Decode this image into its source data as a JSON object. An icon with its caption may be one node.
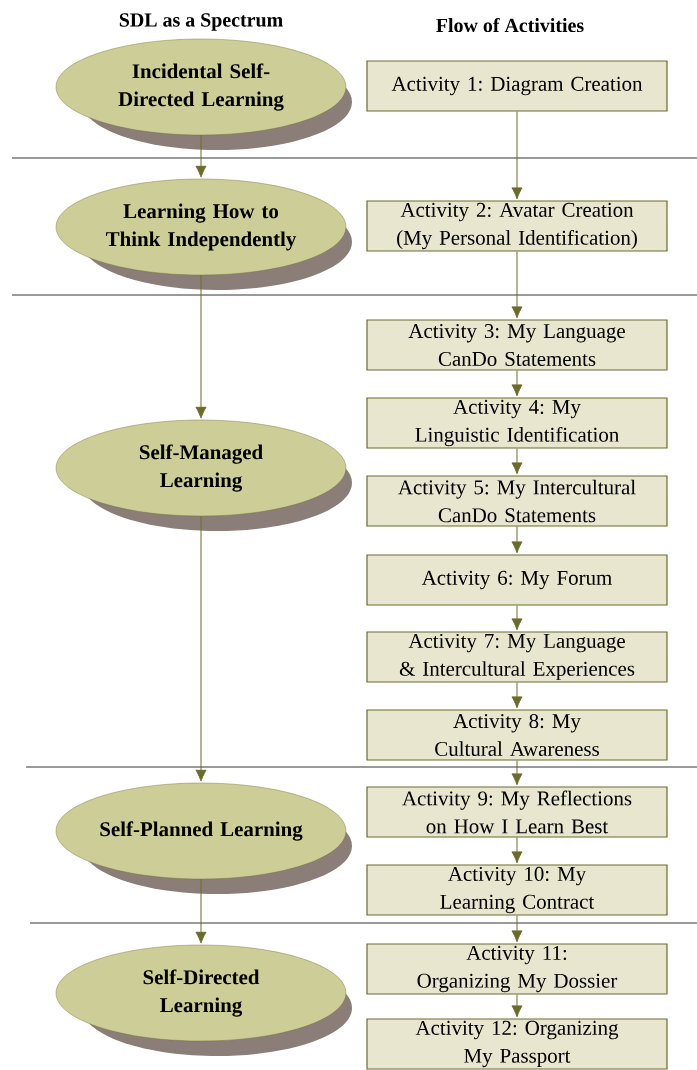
{
  "diagram": {
    "nodes": [
      {
        "text": [
          "Incidental Self-Directed Learning"
        ]
      },
      {
        "text": [
          "Learning How to Think Independently"
        ]
      },
      {
        "text": [
          "Self-Managed Learning"
        ]
      },
      {
        "text": [
          "Self-Planned Learning"
        ]
      },
      {
        "text": [
          "Self-Directed Learning"
        ]
      },
      {
        "text": [
          "Activity 1: Diagram Creation"
        ]
      },
      {
        "text": [
          "Activity 2: Avatar Creation (My Personal Identification)"
        ]
      },
      {
        "text": [
          "Activity 3: My Language CanDo Statements"
        ]
      },
      {
        "text": [
          "Activity 4: My Linguistic Identification"
        ]
      },
      {
        "text": [
          "Activity 5: My Intercultural CanDo Statements"
        ]
      },
      {
        "text": [
          "Activity 6: My Forum"
        ]
      },
      {
        "text": [
          "Activity 7: My Language & Intercultural Experiences"
        ]
      },
      {
        "text": [
          "Activity 8: My Cultural Awareness"
        ]
      },
      {
        "text": [
          "Activity 9: My Reflections on How I Learn Best"
        ]
      },
      {
        "text": [
          "Activity 10: My Learning Contract"
        ]
      },
      {
        "text": [
          "Activity 11: Organizing My Dossier"
        ]
      },
      {
        "text": [
          "Activity 12: Organizing My Passport"
        ]
      }
    ],
    "edges": [
      {
        "from": 0,
        "to": 1,
        "arrow": "to"
      },
      {
        "from": 1,
        "to": 2,
        "arrow": "to"
      },
      {
        "from": 2,
        "to": 3,
        "arrow": "to"
      },
      {
        "from": 3,
        "to": 4,
        "arrow": "to"
      },
      {
        "from": 5,
        "to": 6,
        "arrow": "to"
      },
      {
        "from": 6,
        "to": 7,
        "arrow": "to"
      },
      {
        "from": 7,
        "to": 8,
        "arrow": "to"
      },
      {
        "from": 8,
        "to": 9,
        "arrow": "to"
      },
      {
        "from": 9,
        "to": 10,
        "arrow": "to"
      },
      {
        "from": 10,
        "to": 11,
        "arrow": "to"
      },
      {
        "from": 11,
        "to": 12,
        "arrow": "to"
      },
      {
        "from": 12,
        "to": 13,
        "arrow": "to"
      },
      {
        "from": 13,
        "to": 14,
        "arrow": "to"
      },
      {
        "from": 14,
        "to": 15,
        "arrow": "to"
      },
      {
        "from": 15,
        "to": 16,
        "arrow": "to"
      }
    ],
    "labels": [
      "SDL as a Spectrum",
      "Flow of Activities"
    ]
  }
}
